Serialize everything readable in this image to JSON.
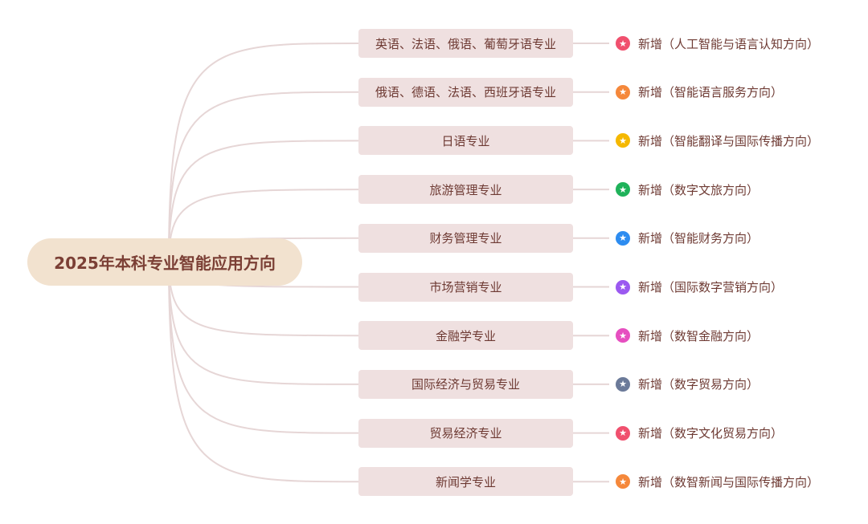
{
  "root": "2025年本科专业智能应用方向",
  "branches": [
    {
      "major": "英语、法语、俄语、葡萄牙语专业",
      "new": "新增（人工智能与语言认知方向）",
      "color": "#f0506e"
    },
    {
      "major": "俄语、德语、法语、西班牙语专业",
      "new": "新增（智能语言服务方向）",
      "color": "#f5883b"
    },
    {
      "major": "日语专业",
      "new": "新增（智能翻译与国际传播方向）",
      "color": "#f5b800"
    },
    {
      "major": "旅游管理专业",
      "new": "新增（数字文旅方向）",
      "color": "#1fb25a"
    },
    {
      "major": "财务管理专业",
      "new": "新增（智能财务方向）",
      "color": "#2d8cf0"
    },
    {
      "major": "市场营销专业",
      "new": "新增（国际数字营销方向）",
      "color": "#9b59f0"
    },
    {
      "major": "金融学专业",
      "new": "新增（数智金融方向）",
      "color": "#e64fc0"
    },
    {
      "major": "国际经济与贸易专业",
      "new": "新增（数字贸易方向）",
      "color": "#6b7a99"
    },
    {
      "major": "贸易经济专业",
      "new": "新增（数字文化贸易方向）",
      "color": "#f0506e"
    },
    {
      "major": "新闻学专业",
      "new": "新增（数智新闻与国际传播方向）",
      "color": "#f5883b"
    }
  ]
}
